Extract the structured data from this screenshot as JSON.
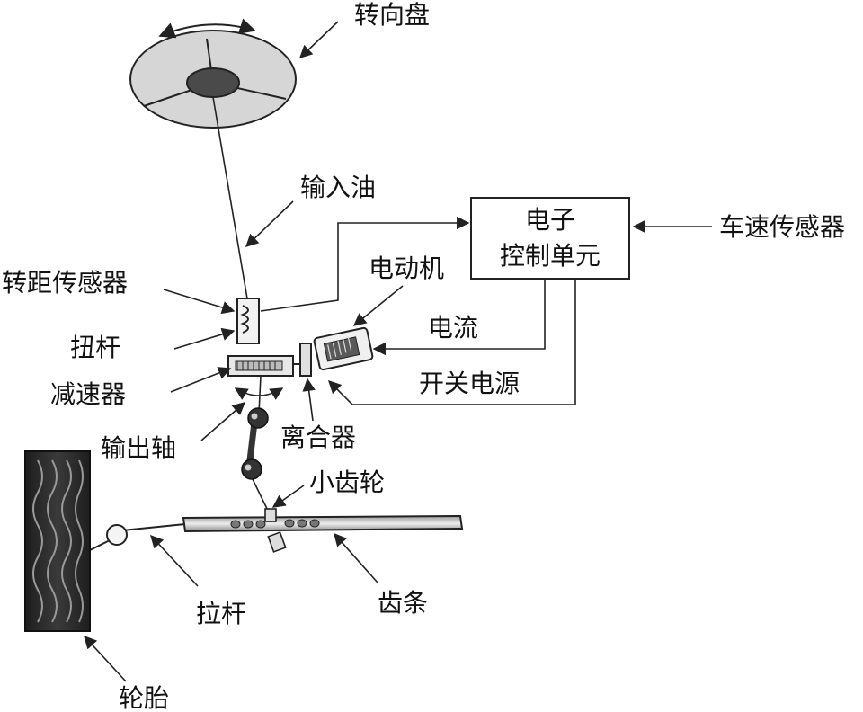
{
  "labels": {
    "steering_wheel": "转向盘",
    "input_shaft": "输入油",
    "ecu_line1": "电子",
    "ecu_line2": "控制单元",
    "speed_sensor": "车速传感器",
    "motor": "电动机",
    "torque_sensor": "转距传感器",
    "current": "电流",
    "torsion_bar": "扭杆",
    "reducer": "减速器",
    "power_switch": "开关电源",
    "output_shaft": "输出轴",
    "clutch": "离合器",
    "pinion": "小齿轮",
    "tie_rod": "拉杆",
    "rack": "齿条",
    "tire": "轮胎"
  },
  "colors": {
    "line": "#222222",
    "wheel_fill": "#d6d6d6",
    "hub_fill": "#4a4a4a",
    "tire_fill": "#2e2e2e",
    "text": "#111111"
  }
}
